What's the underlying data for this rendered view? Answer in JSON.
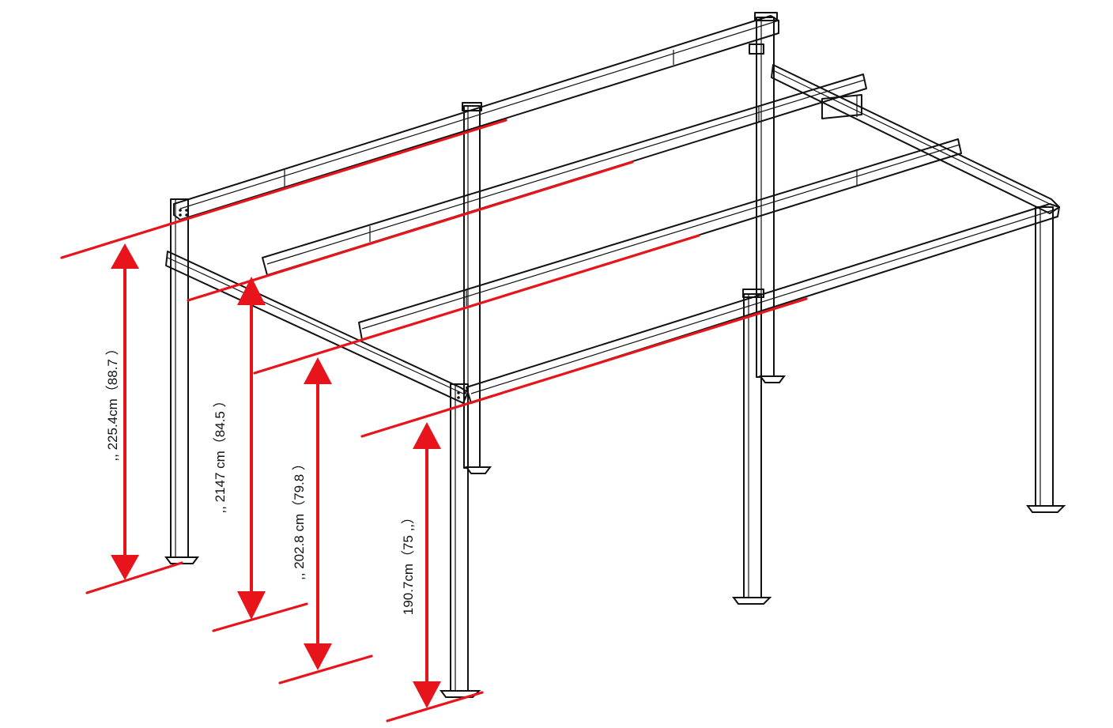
{
  "diagram": {
    "dimensions": [
      {
        "label": ",, 225.4cm（88.7 ）"
      },
      {
        "label": ",, 2147 cm（84.5 ）"
      },
      {
        "label": ",, 202.8 cm（79.8 ）"
      },
      {
        "label": "190.7cm（75 ,,）"
      }
    ],
    "colors": {
      "frame": "#111111",
      "dimension": "#e8141c",
      "background": "#ffffff"
    }
  }
}
